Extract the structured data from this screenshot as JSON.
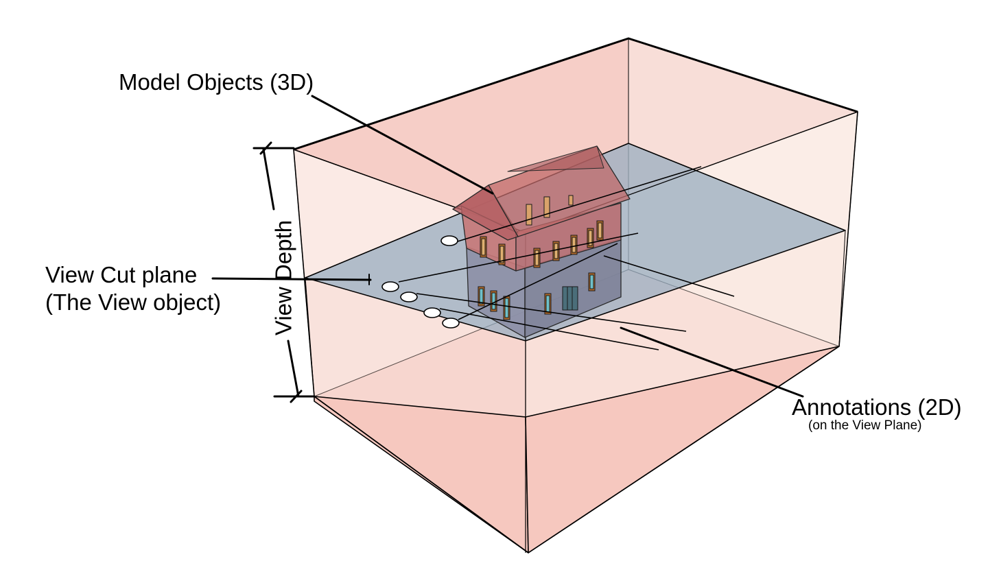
{
  "diagram": {
    "labels": {
      "model_objects": "Model Objects (3D)",
      "view_cut_plane_line1": "View Cut plane",
      "view_cut_plane_line2": "(The View object)",
      "view_depth": "View Depth",
      "annotations": "Annotations (2D)",
      "annotations_sub": "(on the View Plane)"
    },
    "colors": {
      "view_volume_fill": "#f5c6bd",
      "cut_plane_fill": "#9fb0c2",
      "house_wall": "#c88080",
      "house_lower": "#8d8fa6",
      "window_frame": "#b06a2a",
      "window_glass": "#6fc0c8",
      "line": "#000000"
    },
    "icons": {
      "depth_dimension": "dimension-arrow-icon",
      "house": "house-model-icon"
    }
  }
}
